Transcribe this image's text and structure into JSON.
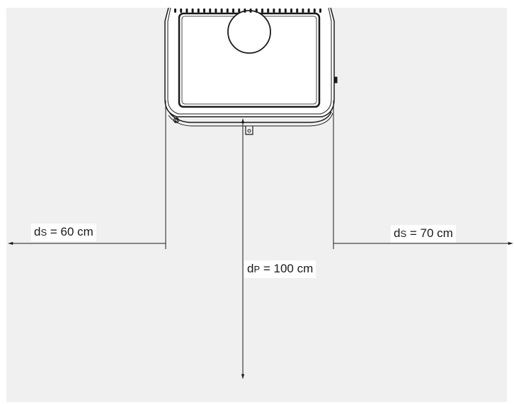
{
  "colors": {
    "background_panel": "#f0f0f0",
    "line": "#1a1a1a",
    "label_bg": "#ffffff"
  },
  "device": {
    "name": "stove-top-view",
    "icon": "appliance-top-view-icon"
  },
  "dimensions": {
    "left": {
      "symbol": "d",
      "subscript": "S",
      "text": " = 60 cm"
    },
    "right": {
      "symbol": "d",
      "subscript": "S",
      "text": " = 70 cm"
    },
    "front": {
      "symbol": "d",
      "subscript": "P",
      "text": " = 100 cm"
    }
  }
}
